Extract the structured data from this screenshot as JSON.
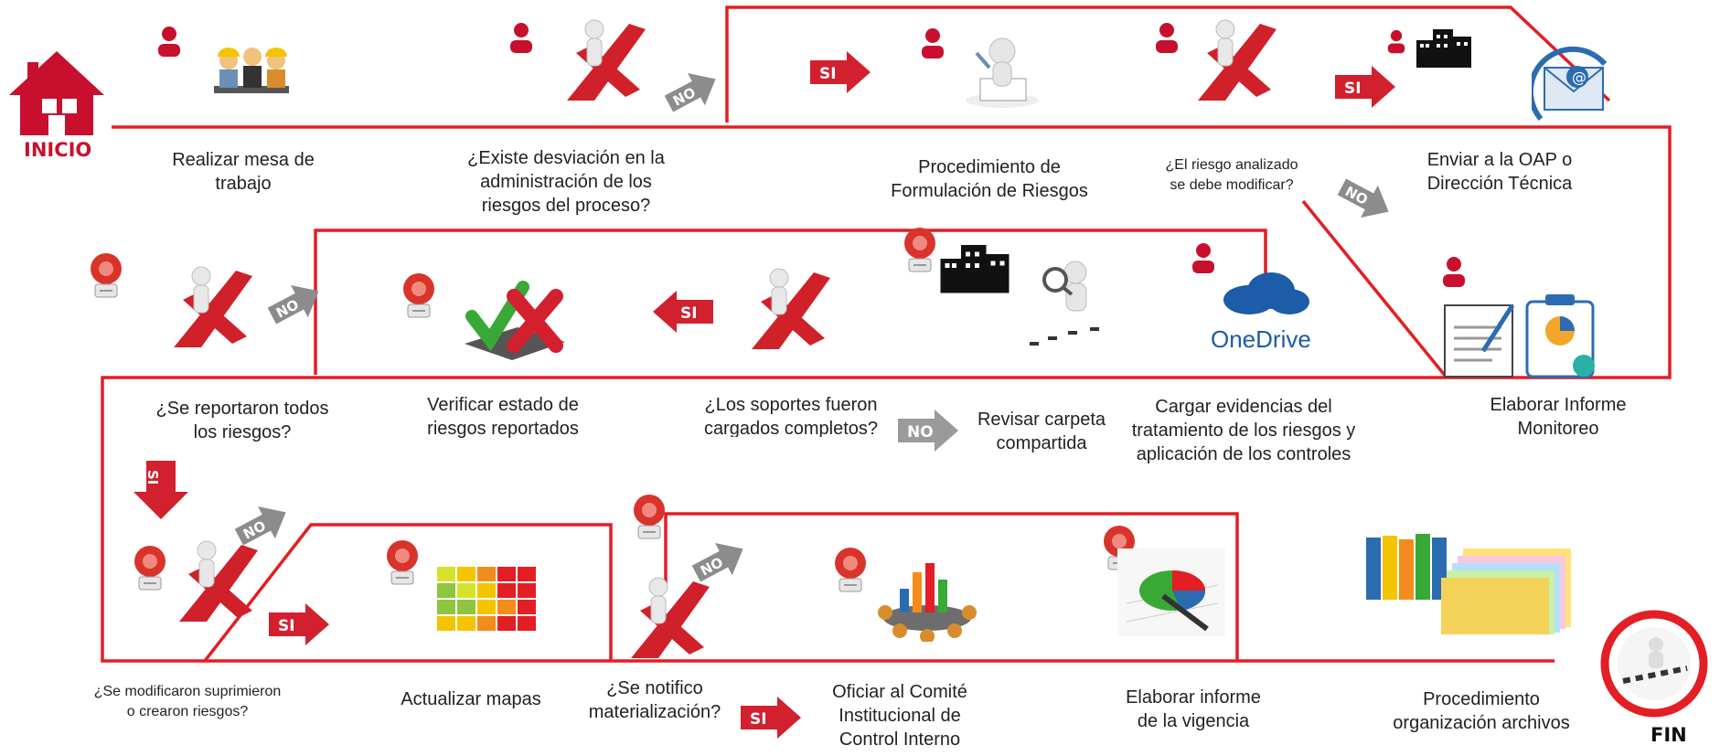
{
  "colors": {
    "line": "#e31e24",
    "person": "#c8102e",
    "alarm": "#d9342b",
    "arrow_no": "#8c8c8c",
    "arrow_si": "#d2202f"
  },
  "start": {
    "label": "INICIO"
  },
  "end": {
    "label": "FIN"
  },
  "arrows": {
    "si": "SI",
    "no": "NO"
  },
  "steps": {
    "mesa": {
      "line1": "Realizar mesa de",
      "line2": "trabajo"
    },
    "desviacion": {
      "line1": "¿Existe desviación en la",
      "line2": "administración de los",
      "line3": "riesgos del proceso?"
    },
    "formulacion": {
      "line1": "Procedimiento de",
      "line2": "Formulación de Riesgos"
    },
    "modificar": {
      "line1": "¿El riesgo analizado",
      "line2": "se debe modificar?"
    },
    "oap": {
      "line1": "Enviar a la OAP o",
      "line2": "Dirección Técnica"
    },
    "reportaron": {
      "line1": "¿Se reportaron todos",
      "line2": "los riesgos?"
    },
    "verificar": {
      "line1": "Verificar estado de",
      "line2": "riesgos reportados"
    },
    "soportes": {
      "line1": "¿Los soportes fueron",
      "line2": "cargados completos?"
    },
    "carpeta": {
      "line1": "Revisar carpeta",
      "line2": "compartida"
    },
    "evidencias": {
      "line1": "Cargar evidencias del",
      "line2": "tratamiento de los riesgos y",
      "line3": "aplicación de los controles"
    },
    "monitoreo": {
      "line1": "Elaborar Informe",
      "line2": "Monitoreo"
    },
    "suprimieron": {
      "line1": "¿Se modificaron suprimieron",
      "line2": "o crearon riesgos?"
    },
    "mapas": {
      "line1": "Actualizar mapas"
    },
    "materializacion": {
      "line1": "¿Se notifico",
      "line2": "materialización?"
    },
    "comite": {
      "line1": "Oficiar al Comité",
      "line2": "Institucional de",
      "line3": "Control Interno"
    },
    "vigencia": {
      "line1": "Elaborar informe",
      "line2": "de la vigencia"
    },
    "archivos": {
      "line1": "Procedimiento",
      "line2": "organización archivos"
    }
  },
  "onedrive": {
    "label": "OneDrive"
  }
}
